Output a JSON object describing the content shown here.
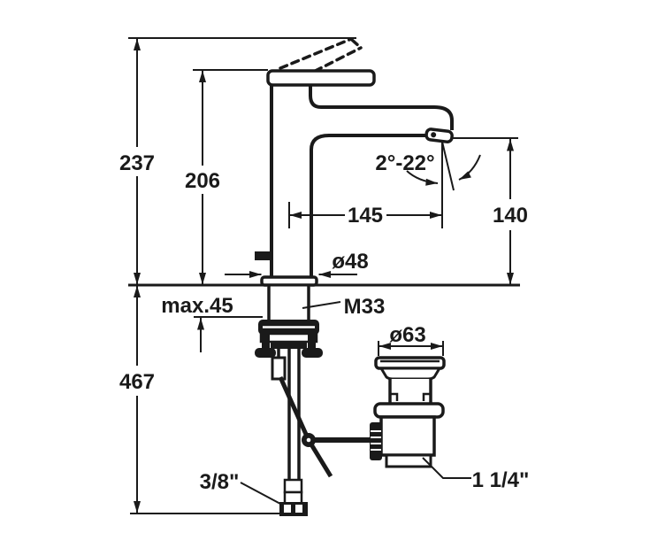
{
  "colors": {
    "line": "#1a1a1a",
    "background": "#ffffff"
  },
  "dimensions": {
    "overall_height": "237",
    "spout_height": "206",
    "spout_angle_range": "2°-22°",
    "spout_reach": "145",
    "outlet_height": "140",
    "base_diameter": "ø48",
    "max_deck_thickness": "max.45",
    "shank_thread": "M33",
    "waste_flange_diameter": "ø63",
    "supply_length": "467",
    "supply_connection": "3/8\"",
    "waste_connection": "1 1/4\""
  }
}
